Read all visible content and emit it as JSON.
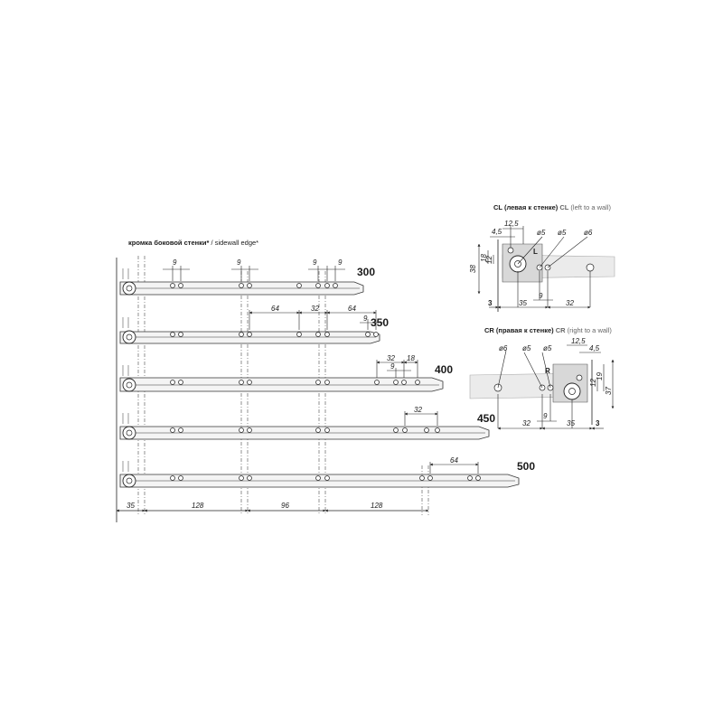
{
  "header": {
    "sidewall_ru": "кромка боковой стенки*",
    "sidewall_sep": " / ",
    "sidewall_en": "sidewall edge*"
  },
  "rails": {
    "lengths": [
      "300",
      "350",
      "400",
      "450",
      "500"
    ],
    "pitch_9": "9",
    "d64": "64",
    "d32": "32",
    "d18": "18",
    "bottom": {
      "d35": "35",
      "d128a": "128",
      "d96": "96",
      "d128b": "128"
    }
  },
  "detail_cl": {
    "title_code": "CL",
    "title_ru": " (левая к стенке) ",
    "title_code2": "CL",
    "title_en": " (left to a wall)",
    "d12_5": "12,5",
    "d4_5": "4,5",
    "phi5a": "ø5",
    "phi5b": "ø5",
    "phi6": "ø6",
    "d18": "18",
    "d12": "12",
    "d38": "38",
    "mark": "L",
    "d3": "3",
    "d35": "35",
    "d9": "9",
    "d32": "32"
  },
  "detail_cr": {
    "title_code": "CR",
    "title_ru": " (правая к стенке) ",
    "title_code2": "CR",
    "title_en": " (right to a wall)",
    "phi6": "ø6",
    "phi5a": "ø5",
    "phi5b": "ø5",
    "d12_5": "12,5",
    "d4_5": "4,5",
    "mark": "R",
    "d12": "12",
    "d19": "19",
    "d37": "37",
    "d32": "32",
    "d9": "9",
    "d35": "35",
    "d3": "3"
  }
}
